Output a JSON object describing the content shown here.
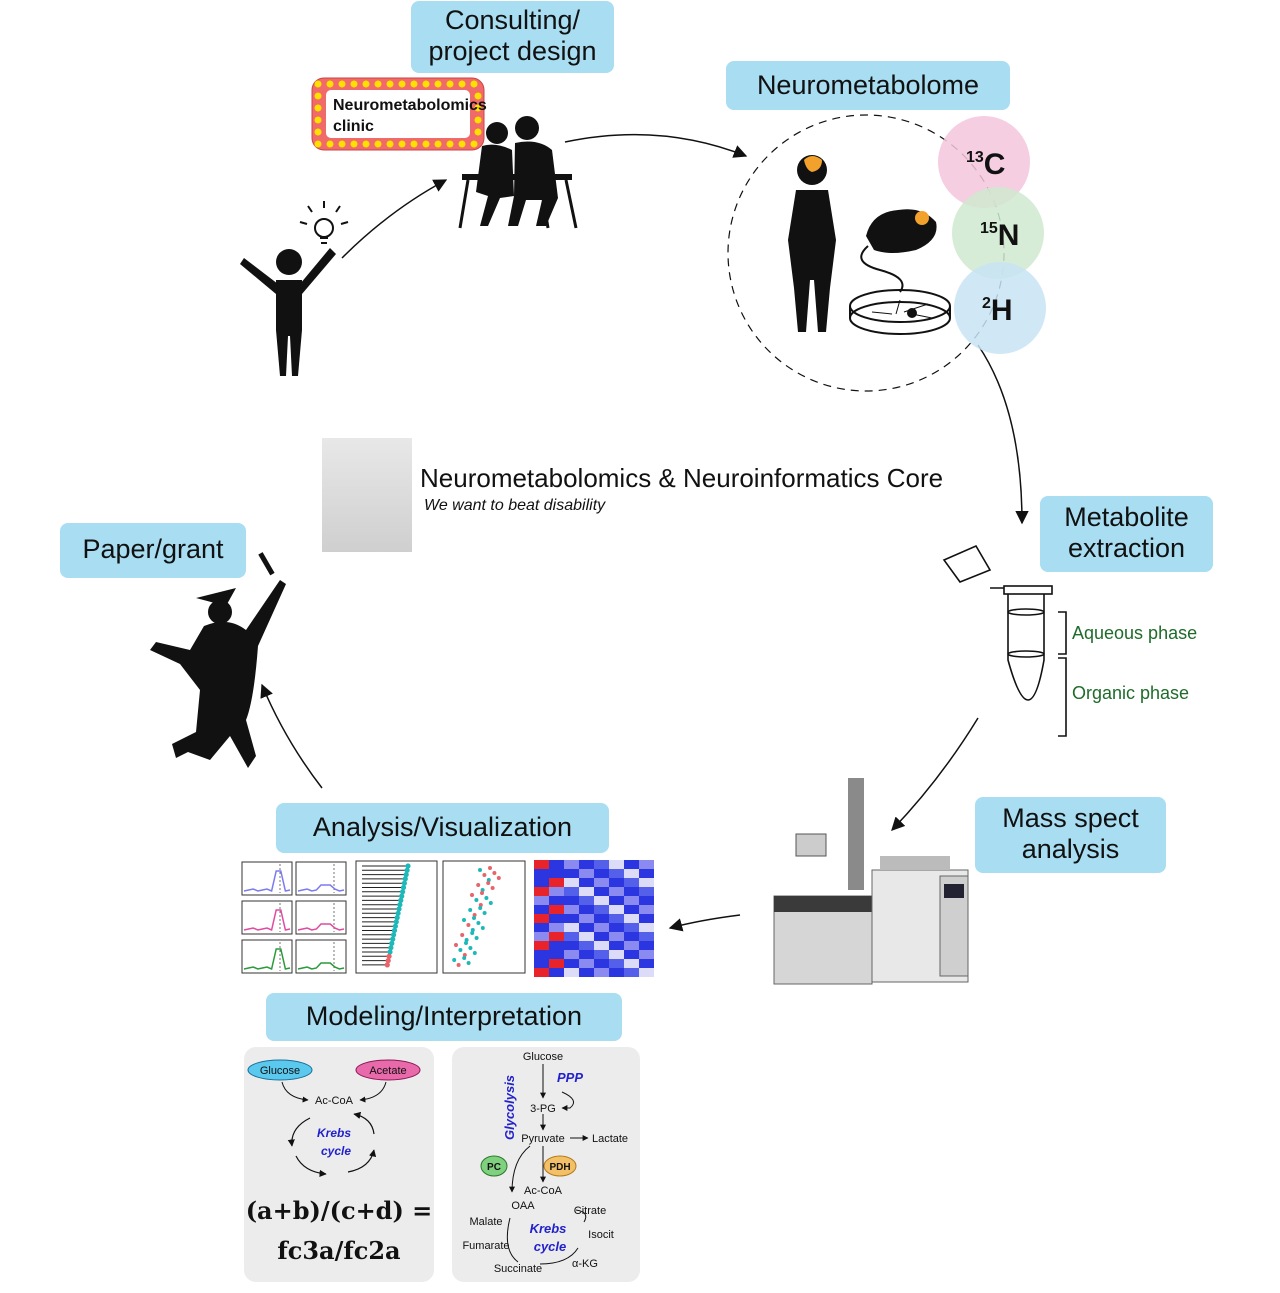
{
  "boxes": {
    "consulting": [
      "Consulting/",
      "project design"
    ],
    "neurometabolome": "Neurometabolome",
    "metabolite": [
      "Metabolite",
      "extraction"
    ],
    "massspec": [
      "Mass spect",
      "analysis"
    ],
    "analysis": "Analysis/Visualization",
    "modeling": "Modeling/Interpretation",
    "paper": "Paper/grant"
  },
  "clinic_sign": [
    "Neurometabolomics",
    "clinic"
  ],
  "isotopes": [
    {
      "mass": "13",
      "element": "C",
      "color": "#f3c6dd"
    },
    {
      "mass": "15",
      "element": "N",
      "color": "#cfe9cf"
    },
    {
      "mass": "2",
      "element": "H",
      "color": "#c8e4f5"
    }
  ],
  "core": {
    "title": "Neurometabolomics & Neuroinformatics Core",
    "tagline": "We want to beat disability"
  },
  "phases": {
    "aqueous": "Aqueous phase",
    "organic": "Organic phase"
  },
  "model_left": {
    "glucose": "Glucose",
    "acetate": "Acetate",
    "accoa": "Ac-CoA",
    "cycle": [
      "Krebs",
      "cycle"
    ],
    "formula": [
      "(a+b)/(c+d) =",
      "fc3a/fc2a"
    ]
  },
  "model_right": {
    "glucose": "Glucose",
    "ppp": "PPP",
    "glycolysis": "Glycolysis",
    "pg3": "3-PG",
    "pyruvate": "Pyruvate",
    "lactate": "Lactate",
    "pc": "PC",
    "pdh": "PDH",
    "accoa": "Ac-CoA",
    "oaa": "OAA",
    "citrate": "Citrate",
    "malate": "Malate",
    "isocit": "Isocit",
    "fumarate": "Fumarate",
    "succinate": "Succinate",
    "akg": "α-KG",
    "cycle": [
      "Krebs",
      "cycle"
    ]
  },
  "colors": {
    "box": "#a8ddf2",
    "phase_text": "#1e6b2a",
    "pathway_blue": "#2222cc",
    "glucose_fill": "#5bc8ee",
    "acetate_fill": "#e86aaa",
    "pc_fill": "#7fd07f",
    "pdh_fill": "#f4c067",
    "heatmap_red": "#e8242a",
    "heatmap_blue": "#2b35e0"
  }
}
